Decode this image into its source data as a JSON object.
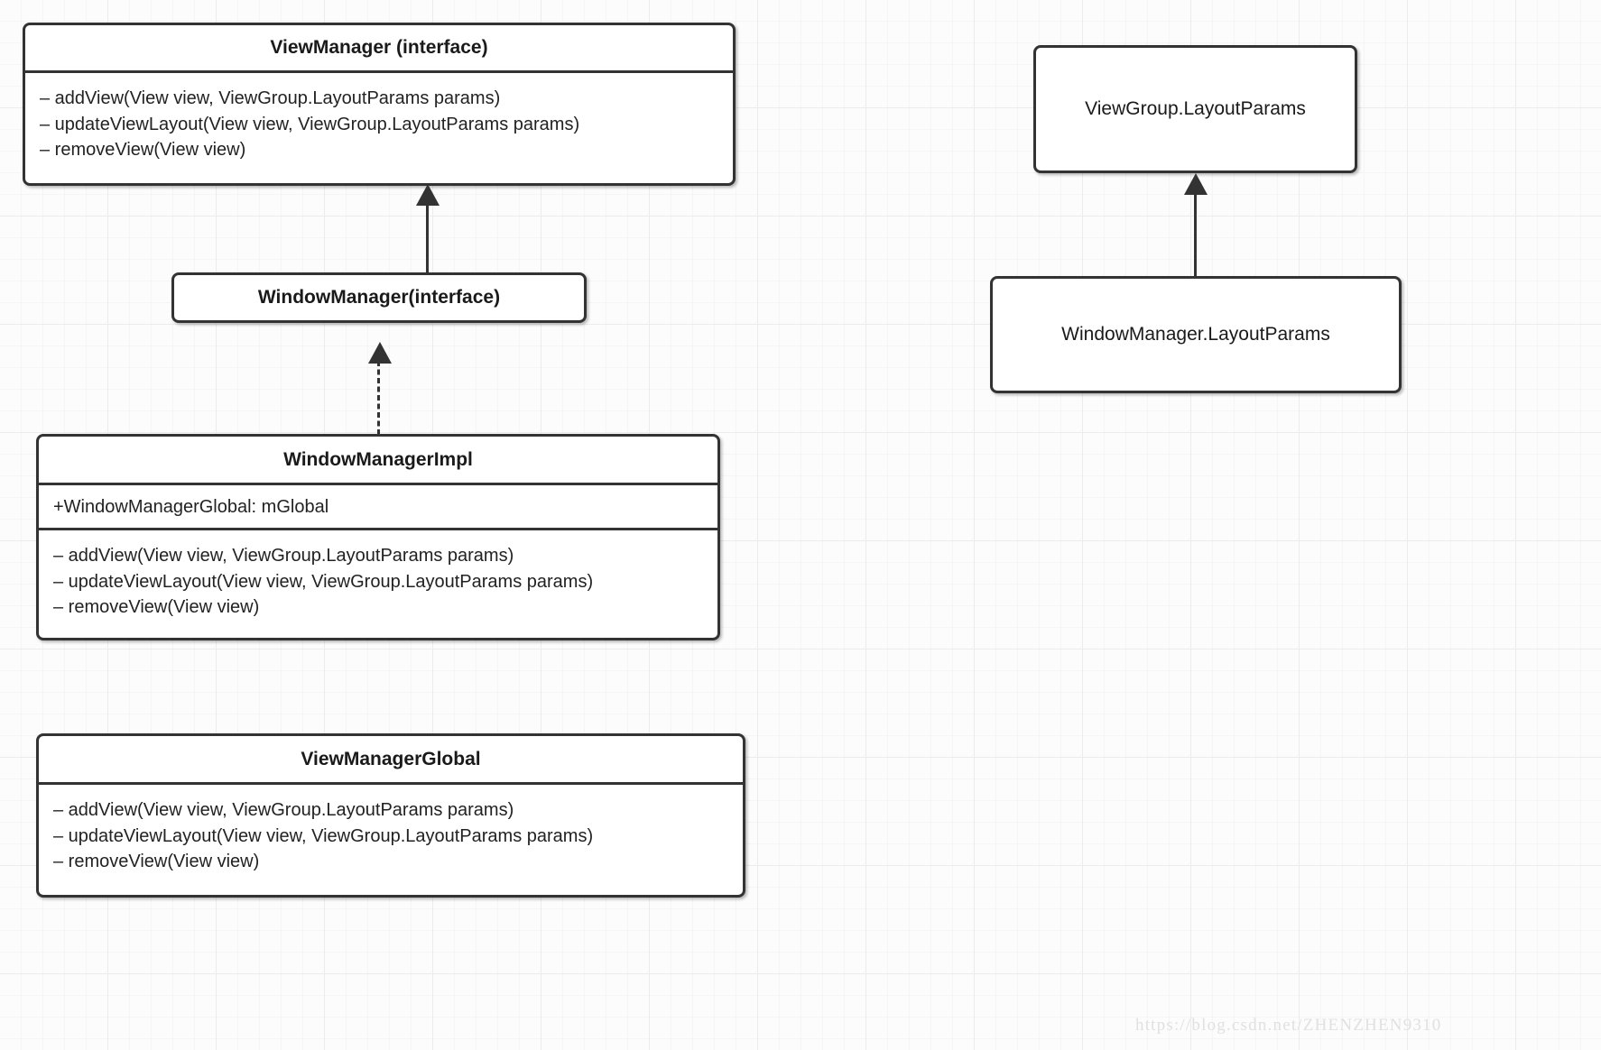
{
  "diagram": {
    "type": "uml-class-diagram",
    "watermark": "https://blog.csdn.net/ZHENZHEN9310",
    "colors": {
      "box_border": "#333333",
      "box_fill": "#ffffff",
      "grid_minor": "#f5f5f5",
      "grid_major": "#ececec",
      "text": "#1a1a1a",
      "connector": "#333333",
      "watermark": "#e2e0e0"
    }
  },
  "boxes": {
    "view_manager": {
      "title": "ViewManager (interface)",
      "methods": [
        "– addView(View view, ViewGroup.LayoutParams params)",
        "– updateViewLayout(View view, ViewGroup.LayoutParams params)",
        "– removeView(View view)"
      ]
    },
    "window_manager": {
      "title": "WindowManager(interface)"
    },
    "window_manager_impl": {
      "title": "WindowManagerImpl",
      "attributes": [
        "+WindowManagerGlobal: mGlobal"
      ],
      "methods": [
        "– addView(View view, ViewGroup.LayoutParams params)",
        "– updateViewLayout(View view, ViewGroup.LayoutParams params)",
        "– removeView(View view)"
      ]
    },
    "view_manager_global": {
      "title": "ViewManagerGlobal",
      "methods": [
        "– addView(View view, ViewGroup.LayoutParams params)",
        "– updateViewLayout(View view, ViewGroup.LayoutParams params)",
        "– removeView(View view)"
      ]
    },
    "view_group_layout_params": {
      "title": "ViewGroup.LayoutParams"
    },
    "window_manager_layout_params": {
      "title": "WindowManager.LayoutParams"
    }
  },
  "connectors": {
    "wm_to_vm": {
      "kind": "generalization",
      "style": "solid",
      "from": "WindowManager(interface)",
      "to": "ViewManager (interface)"
    },
    "wmimpl_to_wm": {
      "kind": "realization",
      "style": "dashed",
      "from": "WindowManagerImpl",
      "to": "WindowManager(interface)"
    },
    "wmlp_to_vglp": {
      "kind": "generalization",
      "style": "solid",
      "from": "WindowManager.LayoutParams",
      "to": "ViewGroup.LayoutParams"
    }
  }
}
